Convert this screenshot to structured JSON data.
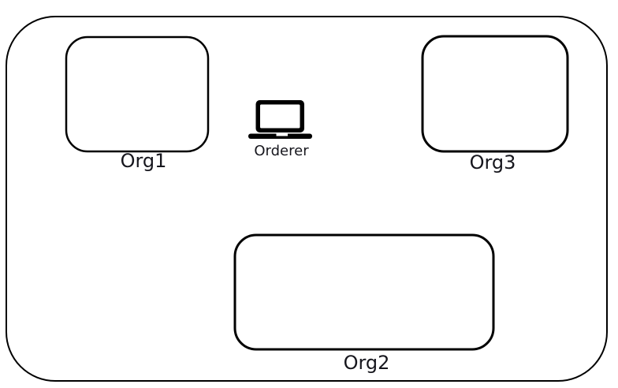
{
  "diagram": {
    "nodes": {
      "org1": {
        "label": "Org1"
      },
      "org2": {
        "label": "Org2"
      },
      "org3": {
        "label": "Org3"
      }
    },
    "orderer": {
      "label": "Orderer",
      "icon": "laptop-icon"
    },
    "colors": {
      "stroke": "#000000",
      "background": "#ffffff",
      "label_text": "#16161d"
    }
  }
}
